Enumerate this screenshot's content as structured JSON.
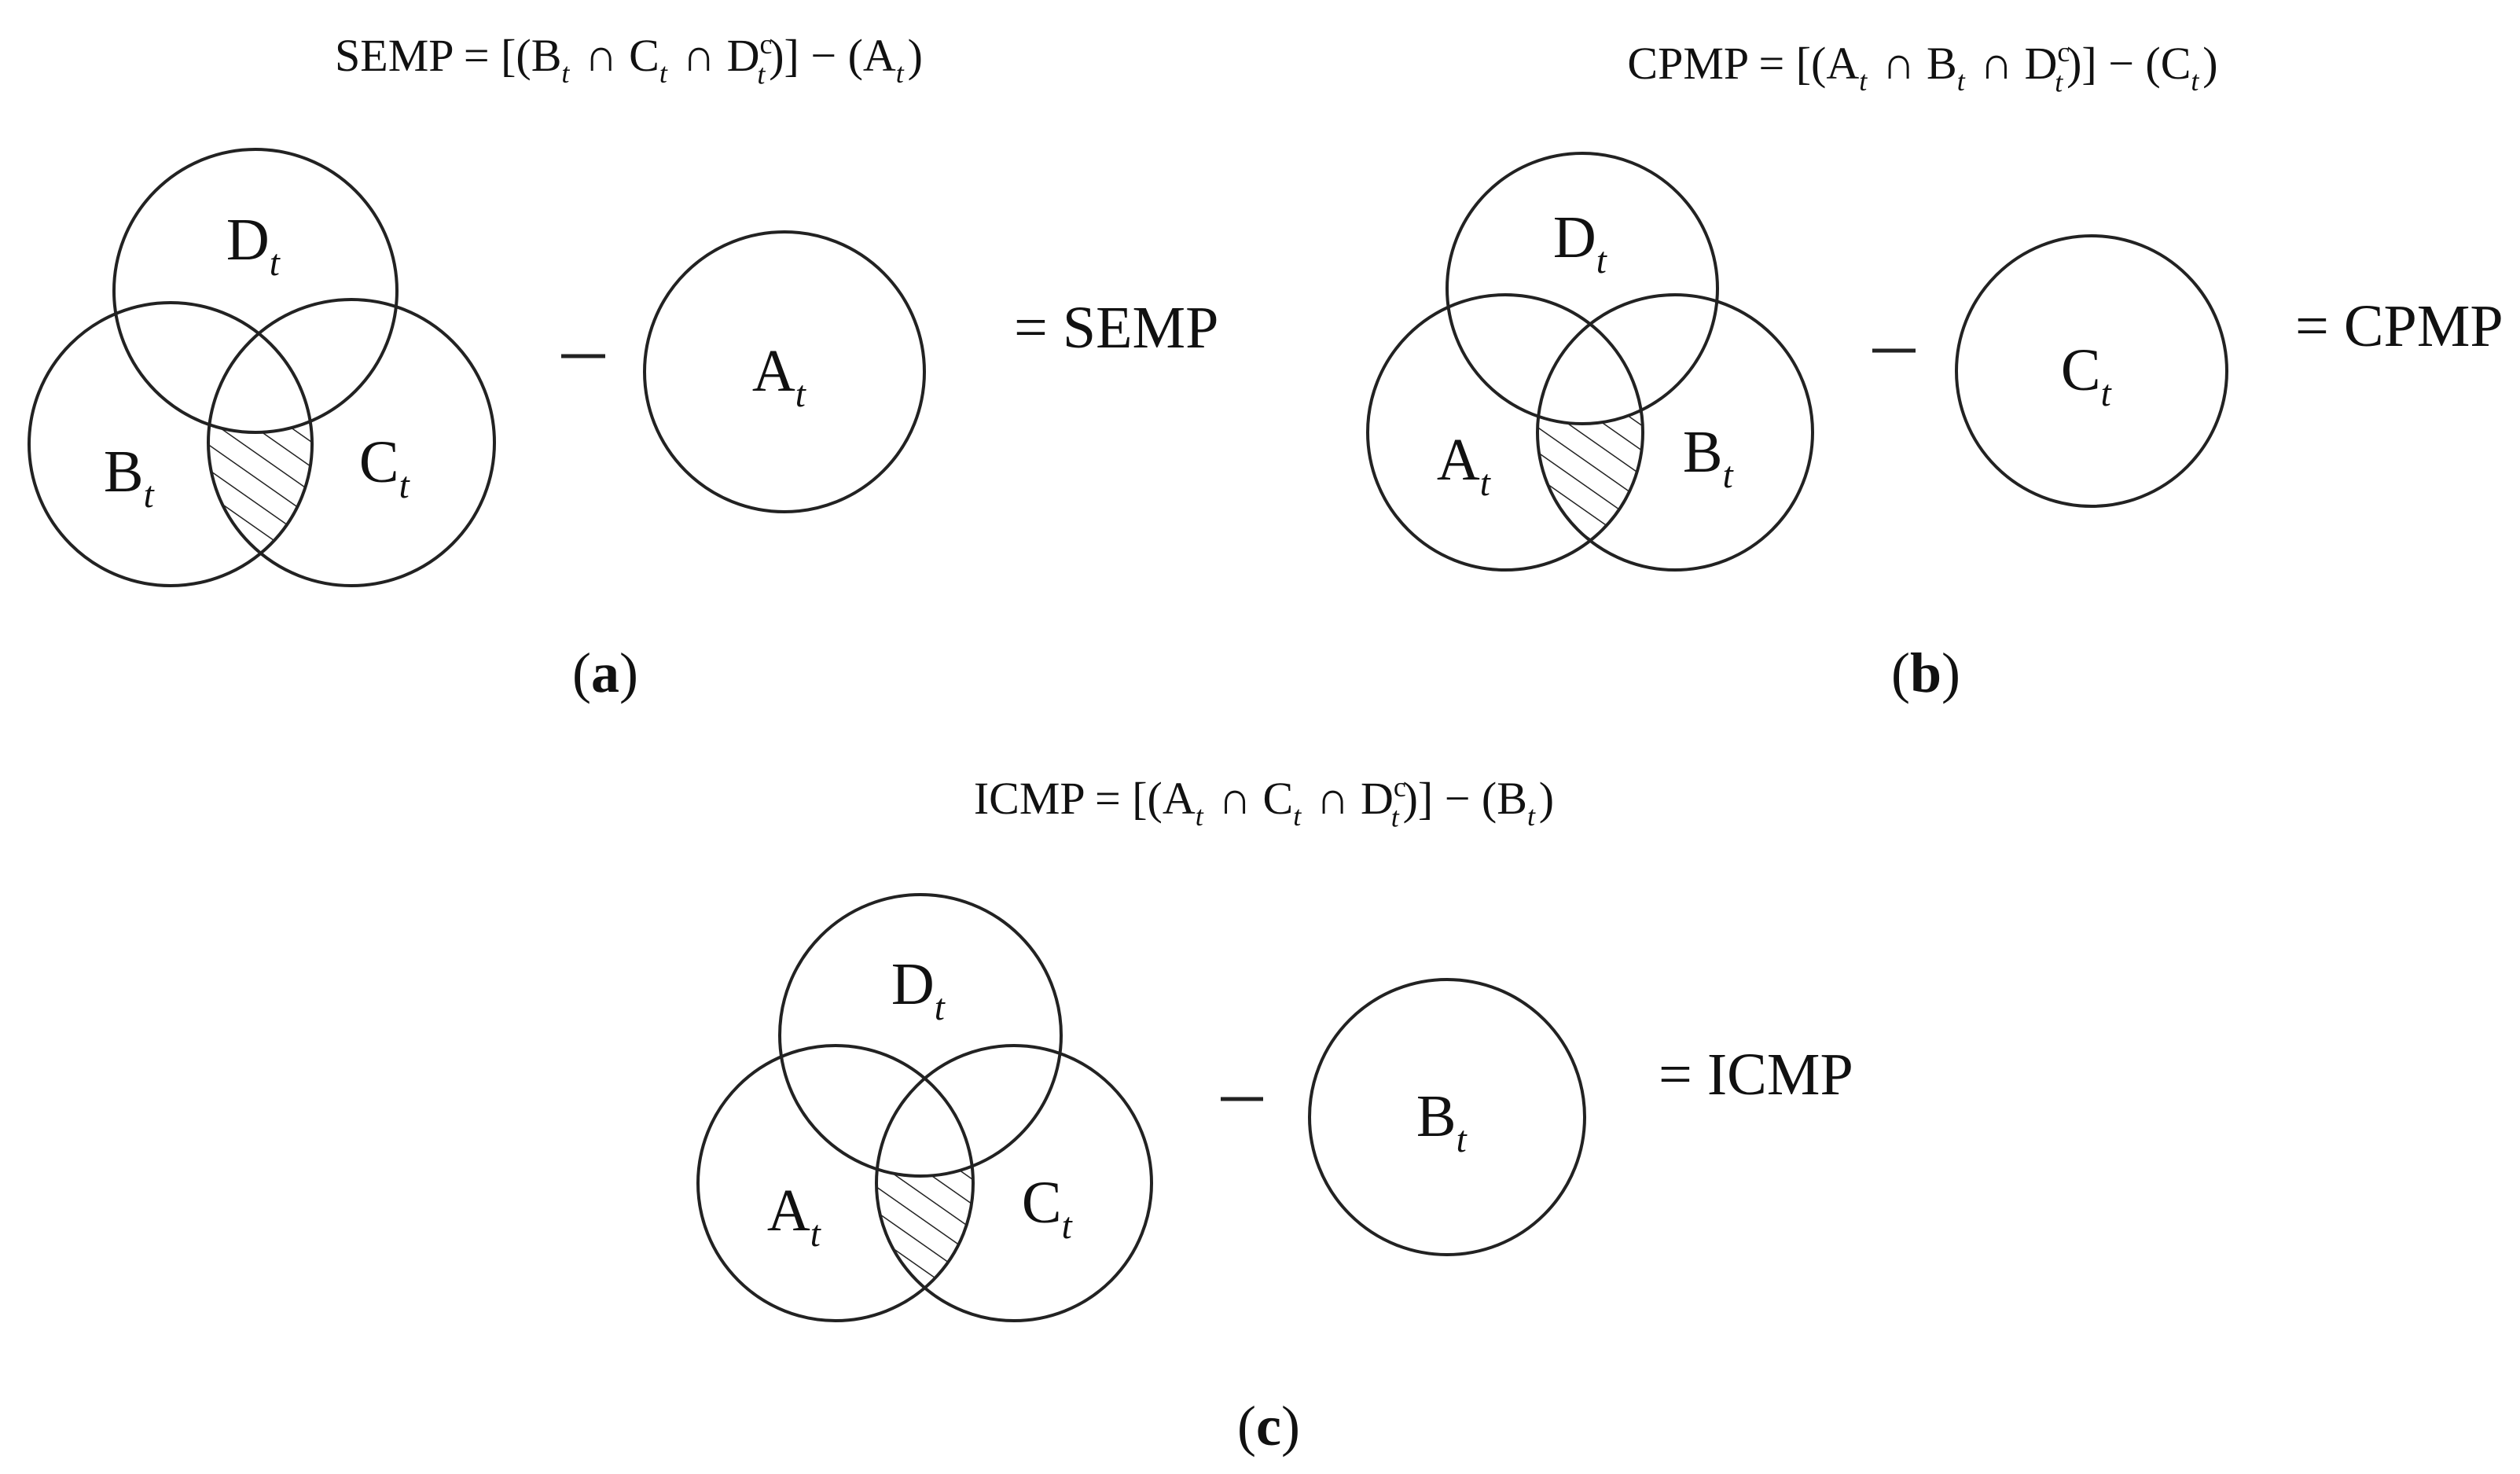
{
  "panels": [
    {
      "id": "a",
      "caption": "(a)",
      "equation": {
        "name": "SEMP",
        "first": "B",
        "second": "C",
        "exclude": "D",
        "subtract": "A"
      },
      "venn": {
        "top": "D",
        "left": "B",
        "right": "C"
      },
      "single": "A",
      "result": "= SEMP"
    },
    {
      "id": "b",
      "caption": "(b)",
      "equation": {
        "name": "CPMP",
        "first": "A",
        "second": "B",
        "exclude": "D",
        "subtract": "C"
      },
      "venn": {
        "top": "D",
        "left": "A",
        "right": "B"
      },
      "single": "C",
      "result": "= CPMP"
    },
    {
      "id": "c",
      "caption": "(c)",
      "equation": {
        "name": "ICMP",
        "first": "A",
        "second": "C",
        "exclude": "D",
        "subtract": "B"
      },
      "venn": {
        "top": "D",
        "left": "A",
        "right": "C"
      },
      "single": "B",
      "result": "= ICMP"
    }
  ],
  "subscript": "t",
  "superscript": "c",
  "symbols": {
    "intersect": "∩",
    "minus": "−",
    "equals": "="
  }
}
